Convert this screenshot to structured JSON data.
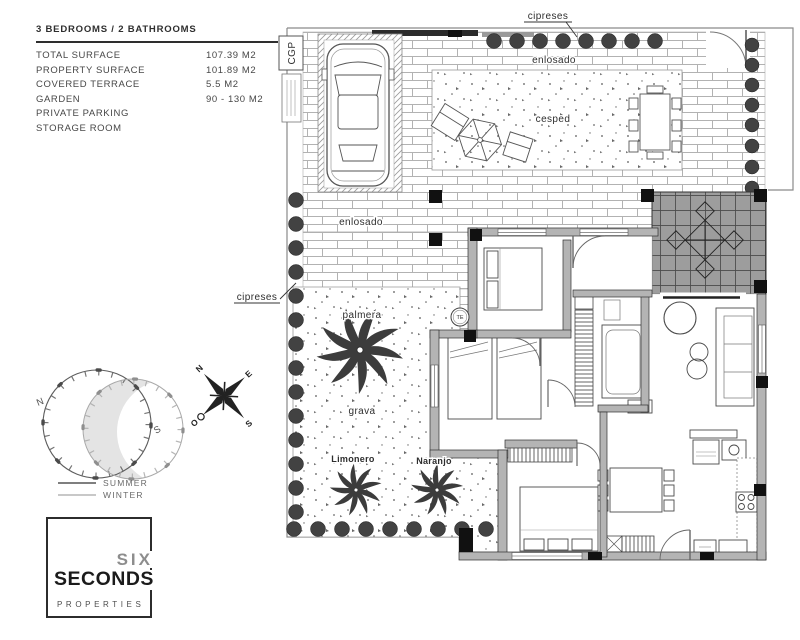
{
  "info_panel": {
    "title": "3 BEDROOMS / 2 BATHROOMS",
    "rows": [
      {
        "label": "TOTAL SURFACE",
        "value": "107.39 M2"
      },
      {
        "label": "PROPERTY SURFACE",
        "value": "101.89 M2"
      },
      {
        "label": "COVERED TERRACE",
        "value": "5.5 M2"
      },
      {
        "label": "GARDEN",
        "value": "90 - 130 M2"
      },
      {
        "label": "PRIVATE PARKING",
        "value": ""
      },
      {
        "label": "STORAGE ROOM",
        "value": ""
      }
    ]
  },
  "plan": {
    "labels": {
      "cipreses_top": "cipreses",
      "cipreses_left": "cipreses",
      "enlosado_top": "enlosado",
      "enlosado_mid": "enlosado",
      "cesped": "cesped",
      "palmera": "palmera",
      "grava": "grava",
      "limonero": "Limonero",
      "naranjo": "Naranjo",
      "cgp": "CGP",
      "te": "TE"
    }
  },
  "sun_diagram": {
    "north": "N",
    "south": "S",
    "legend_summer": "SUMMER",
    "legend_winter": "WINTER"
  },
  "compass": {
    "north": "N",
    "east": "E",
    "south": "S",
    "west": "O"
  },
  "logo": {
    "top": "SIX",
    "middle": "SECONDS",
    "bottom": "PROPERTIES"
  },
  "colors": {
    "tree_circle": "#424242",
    "terrace_fill": "#9d9d9d",
    "wall_fill": "#b4b4b4",
    "line": "#555555",
    "sun_shade": "#e4e4e4"
  }
}
